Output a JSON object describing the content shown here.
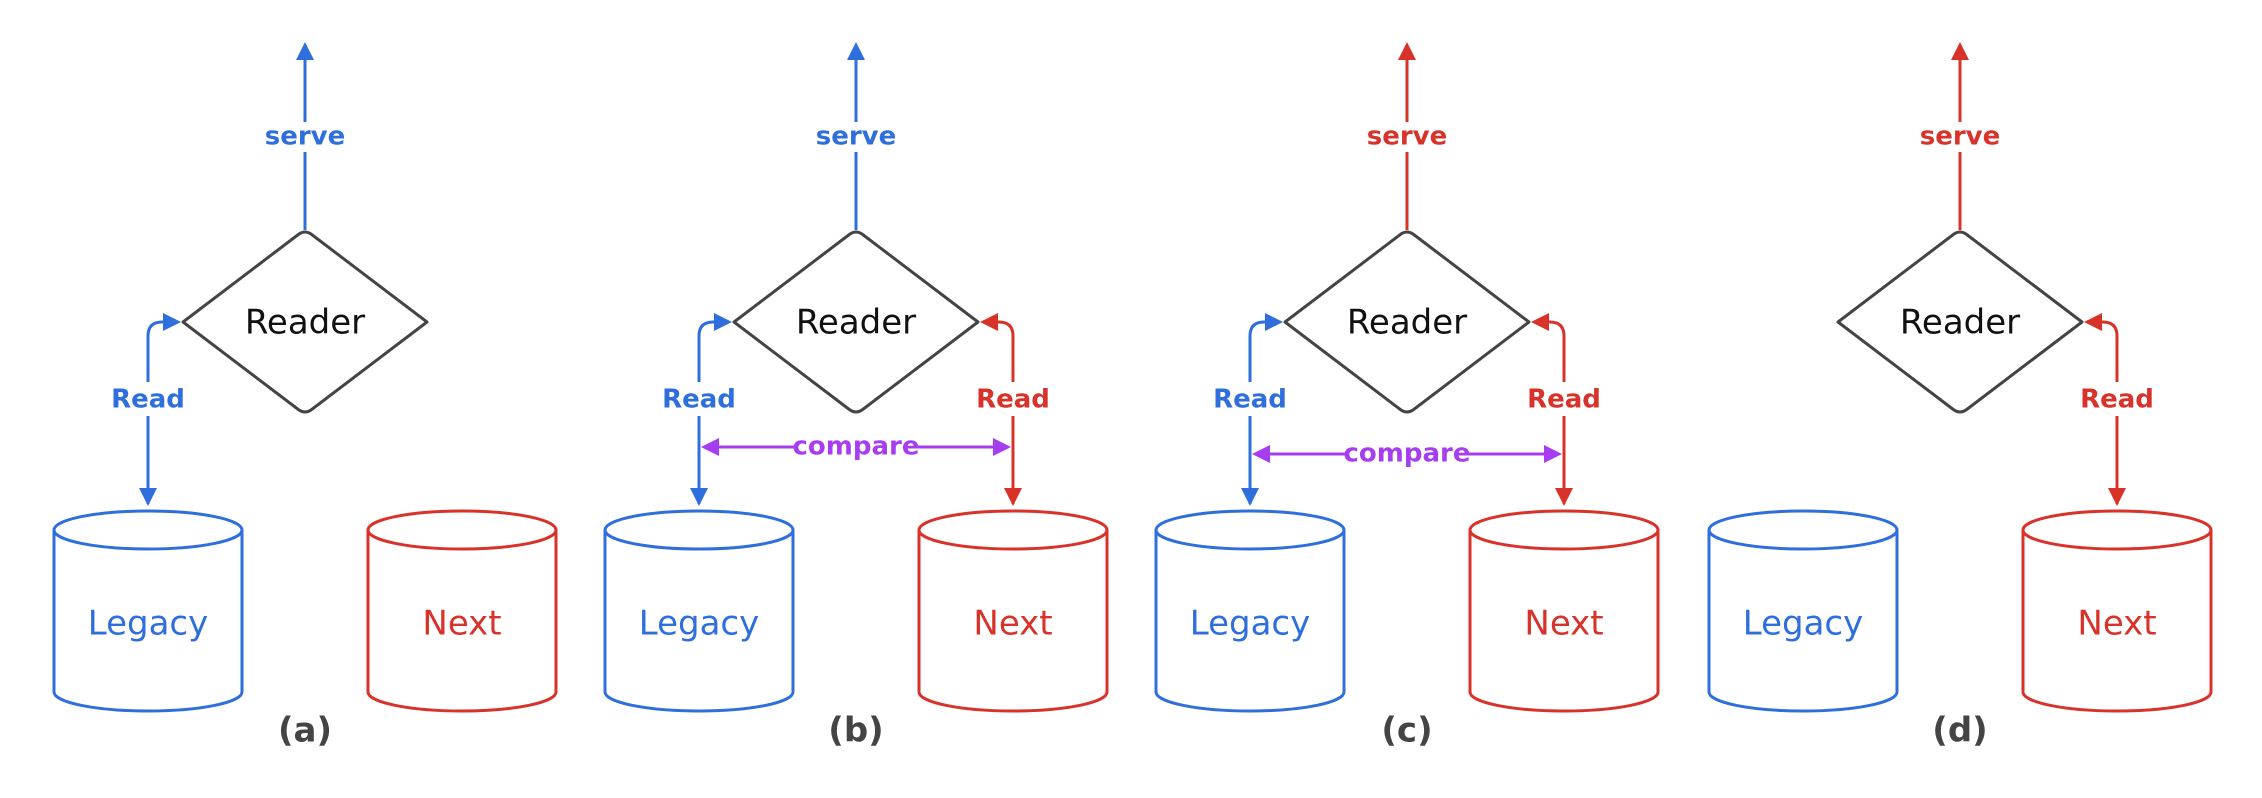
{
  "colors": {
    "blue": "#2f6fdc",
    "red": "#d7332b",
    "purple": "#a73df0",
    "gray": "#444444"
  },
  "reader_label": "Reader",
  "legacy_label": "Legacy",
  "next_label": "Next",
  "serve_label": "serve",
  "read_label": "Read",
  "compare_label": "compare",
  "panels": [
    {
      "caption": "(a)",
      "serve_color": "blue",
      "reads_legacy": true,
      "reads_next": false,
      "compare": false
    },
    {
      "caption": "(b)",
      "serve_color": "blue",
      "reads_legacy": true,
      "reads_next": true,
      "compare": true
    },
    {
      "caption": "(c)",
      "serve_color": "red",
      "reads_legacy": true,
      "reads_next": true,
      "compare": true
    },
    {
      "caption": "(d)",
      "serve_color": "red",
      "reads_legacy": false,
      "reads_next": true,
      "compare": false
    }
  ]
}
